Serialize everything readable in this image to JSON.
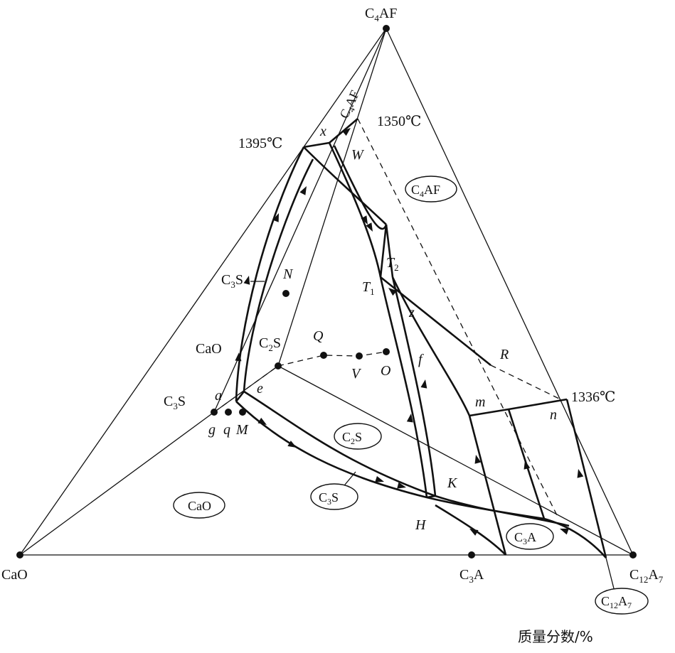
{
  "vertices": {
    "top": {
      "name": "C4AF",
      "main": "C",
      "sub": "4",
      "tail": "AF"
    },
    "left": {
      "name": "CaO",
      "main": "CaO",
      "sub": "",
      "tail": ""
    },
    "right": {
      "name": "C12A7",
      "main": "C",
      "sub": "12",
      "tail": "A",
      "sub2": "7"
    }
  },
  "points": {
    "C3A": {
      "main": "C",
      "sub": "3",
      "tail": "A"
    },
    "C2S": {
      "main": "C",
      "sub": "2",
      "tail": "S"
    },
    "C3S": {
      "main": "C",
      "sub": "3",
      "tail": "S"
    }
  },
  "temperatures": {
    "t1395": "1395℃",
    "t1350": "1350℃",
    "t1336": "1336℃"
  },
  "letters": {
    "x": "x",
    "W": "W",
    "N": "N",
    "Q": "Q",
    "V": "V",
    "O": "O",
    "f": "f",
    "z": "z",
    "R": "R",
    "m": "m",
    "n": "n",
    "K": "K",
    "H": "H",
    "a": "a",
    "e": "e",
    "g": "g",
    "q": "q",
    "M": "M",
    "T": "T",
    "T1sub": "1",
    "T2sub": "2"
  },
  "field_labels": {
    "c3s_left": {
      "main": "C",
      "sub": "3",
      "tail": "S"
    },
    "cao_left": "CaO",
    "c2s_mid": {
      "main": "C",
      "sub": "2",
      "tail": "S"
    },
    "c4af_diag": {
      "main": "C",
      "sub": "4",
      "tail": "AF"
    }
  },
  "phase_fields": {
    "cao": "CaO",
    "c2s": {
      "main": "C",
      "sub": "2",
      "tail": "S"
    },
    "c3s": {
      "main": "C",
      "sub": "3",
      "tail": "S"
    },
    "c3a": {
      "main": "C",
      "sub": "3",
      "tail": "A"
    },
    "c4af": {
      "main": "C",
      "sub": "4",
      "tail": "AF"
    },
    "c12a7": {
      "main": "C",
      "sub": "12",
      "tail": "A",
      "sub2": "7"
    }
  },
  "caption": "质量分数/%"
}
